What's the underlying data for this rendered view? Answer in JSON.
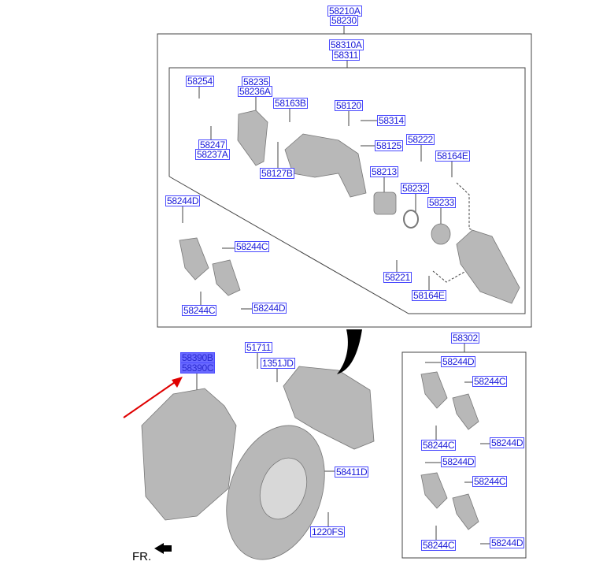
{
  "diagram": {
    "labels": [
      "58210A",
      "58230",
      "58310A",
      "58311",
      "58254",
      "58235",
      "58236A",
      "58163B",
      "58120",
      "58314",
      "58247",
      "58237A",
      "58125",
      "58222",
      "58164E",
      "58127B",
      "58213",
      "58232",
      "58233",
      "58244D",
      "58244C",
      "58221",
      "58164E",
      "58244C",
      "58244D",
      "58302",
      "51711",
      "1351JD",
      "58390B",
      "58390C",
      "58244D",
      "58244C",
      "58244C",
      "58244D",
      "58244D",
      "58244C",
      "58411D",
      "1220FS",
      "58244C",
      "58244D"
    ],
    "direction_label": "FR.",
    "colors": {
      "label_border": "#4a4aff",
      "label_text": "#1a1ad8",
      "highlight": "#6a6aff",
      "arrow": "#e00000",
      "part": "#b8b8b8"
    }
  }
}
